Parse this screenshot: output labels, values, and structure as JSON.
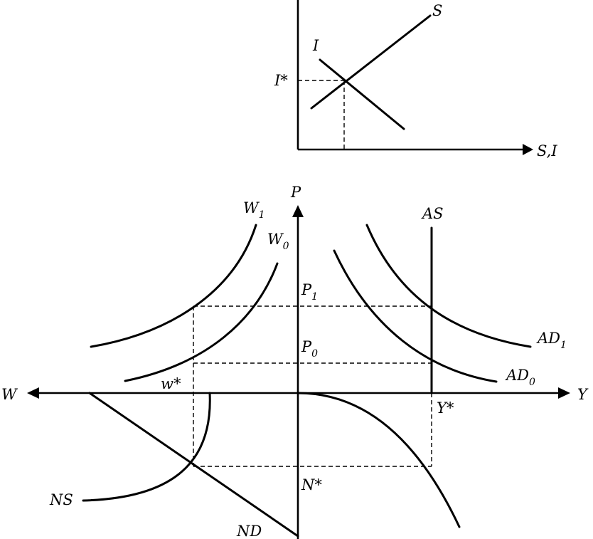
{
  "top_panel": {
    "x_axis_label": "S,I",
    "curve_s": "S",
    "curve_i": "I",
    "equilibrium_label": "I*"
  },
  "main_panel": {
    "axis_p": "P",
    "axis_y": "Y",
    "axis_w": "W",
    "p1": {
      "base": "P",
      "sub": "1"
    },
    "p0": {
      "base": "P",
      "sub": "0"
    },
    "w1": {
      "base": "W",
      "sub": "1"
    },
    "w0": {
      "base": "W",
      "sub": "0"
    },
    "as": "AS",
    "ad1": {
      "base": "AD",
      "sub": "1"
    },
    "ad0": {
      "base": "AD",
      "sub": "0"
    },
    "w_star": "w*",
    "y_star": "Y*",
    "n_star": "N*",
    "ns": "NS",
    "nd": "ND"
  }
}
